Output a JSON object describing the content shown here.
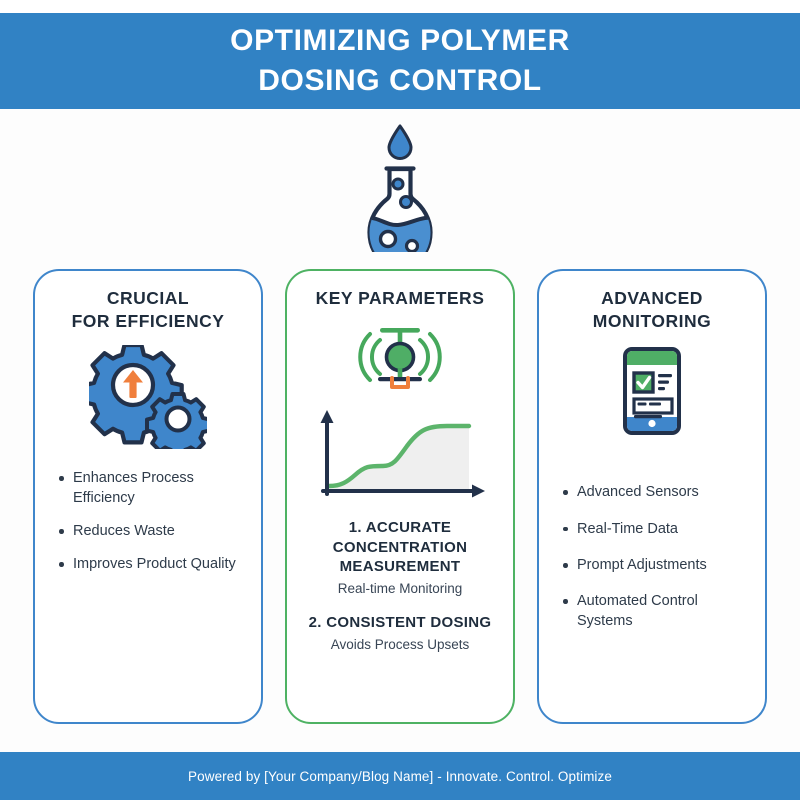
{
  "theme": {
    "header_blue": "#3182c4",
    "card_border_blue": "#3f86cb",
    "card_border_green": "#4eb263",
    "accent_orange": "#f07f3c",
    "ink_navy": "#22314a",
    "text_dark": "#2e3b4a",
    "page_bg": "#fdfdfd"
  },
  "header": {
    "title_line1": "OPTIMIZING POLYMER",
    "title_line2": "DOSING CONTROL"
  },
  "hero": {
    "icon_name": "flask-with-droplet-icon"
  },
  "cards": [
    {
      "id": "crucial-for-efficiency",
      "accent": "blue",
      "title_line1": "CRUCIAL",
      "title_line2": "FOR EFFICIENCY",
      "icon_name": "gears-with-up-arrow-icon",
      "bullets": [
        "Enhances Process Efficiency",
        "Reduces Waste",
        "Improves Product Quality"
      ]
    },
    {
      "id": "key-parameters",
      "accent": "green",
      "title_line1": "KEY PARAMETERS",
      "title_line2": "",
      "icon_name": "wireless-sensor-icon",
      "chart_name": "s-curve-area-chart",
      "parameters": [
        {
          "title_line1": "1. ACCURATE",
          "title_line2": "CONCENTRATION",
          "title_line3": "MEASUREMENT",
          "subtitle": "Real-time Monitoring"
        },
        {
          "title_line1": "2. CONSISTENT DOSING",
          "title_line2": "",
          "title_line3": "",
          "subtitle": "Avoids Process Upsets"
        }
      ]
    },
    {
      "id": "advanced-monitoring",
      "accent": "blue",
      "title_line1": "ADVANCED",
      "title_line2": "MONITORING",
      "icon_name": "tablet-checklist-icon",
      "bullets": [
        "Advanced Sensors",
        "Real-Time Data",
        "Prompt Adjustments",
        "Automated Control Systems"
      ]
    }
  ],
  "chart_data": {
    "type": "area",
    "title": "",
    "xlabel": "",
    "ylabel": "",
    "x": [
      0,
      1,
      2,
      3,
      4,
      5,
      6,
      7,
      8,
      9,
      10
    ],
    "values": [
      4,
      5,
      12,
      26,
      30,
      31,
      38,
      62,
      80,
      85,
      86
    ],
    "xlim": [
      0,
      10
    ],
    "ylim": [
      0,
      100
    ],
    "grid": false,
    "legend": "none",
    "series_color": "#5cb46b",
    "fill_color": "#efefef",
    "axis_color": "#22314a",
    "annotation": "Double sigmoid step response curve with shaded area fill"
  },
  "footer": {
    "text": "Powered by [Your Company/Blog Name] - Innovate. Control. Optimize"
  }
}
